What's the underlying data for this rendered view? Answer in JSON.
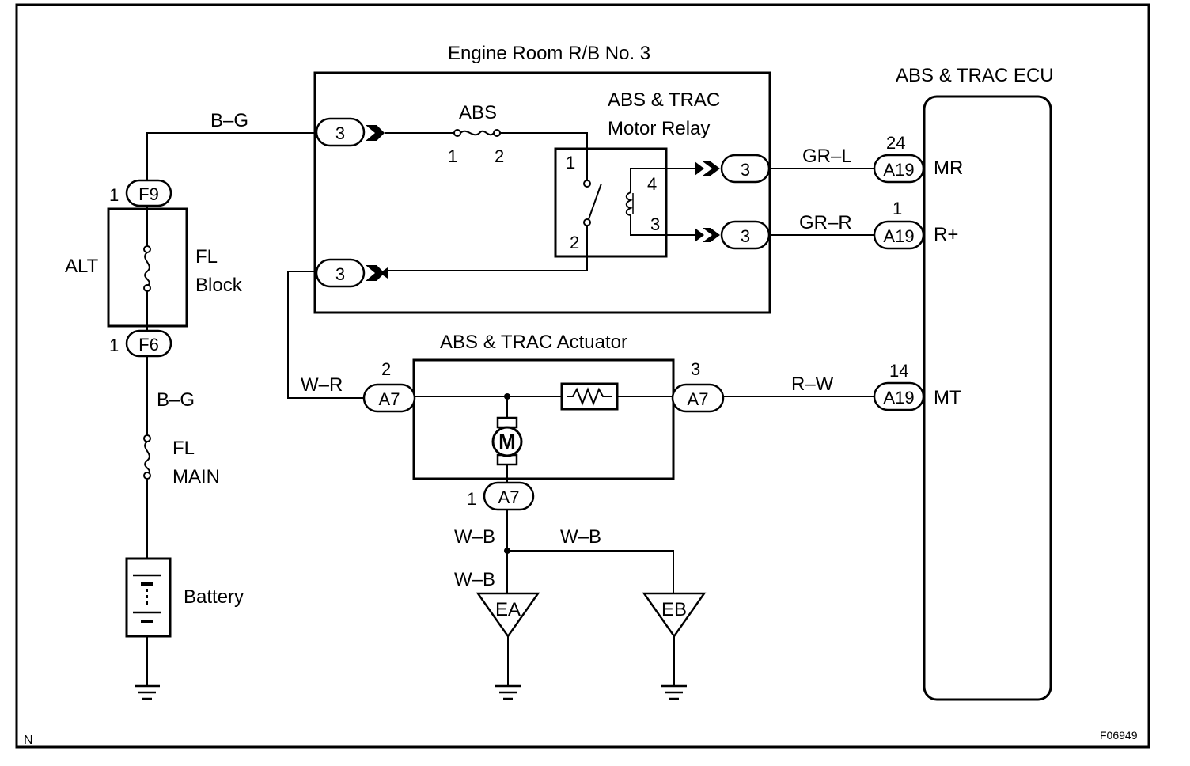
{
  "blocks": {
    "relay_block": "Engine Room R/B No. 3",
    "ecu": "ABS & TRAC ECU",
    "relay_line1": "ABS & TRAC",
    "relay_line2": "Motor Relay",
    "actuator": "ABS & TRAC Actuator",
    "fuse_abs": "ABS",
    "alt": "ALT",
    "fl_block_line1": "FL",
    "fl_block_line2": "Block",
    "fl_main_line1": "FL",
    "fl_main_line2": "MAIN",
    "battery": "Battery",
    "motor": "M"
  },
  "wires": {
    "bg_top": "B–G",
    "bg_bottom": "B–G",
    "grl": "GR–L",
    "grr": "GR–R",
    "wr": "W–R",
    "rw": "R–W",
    "wb_left": "W–B",
    "wb_right": "W–B",
    "wb_lower": "W–B"
  },
  "connectors": {
    "f9": "F9",
    "f9_pin": "1",
    "f6": "F6",
    "f6_pin": "1",
    "rb_top": "3",
    "rb_bottom": "3",
    "rb_right_top": "3",
    "rb_right_bottom": "3",
    "a7_left": "A7",
    "a7_left_pin": "2",
    "a7_right": "A7",
    "a7_right_pin": "3",
    "a7_bottom": "A7",
    "a7_bottom_pin": "1",
    "a19_mr": "A19",
    "a19_mr_pin": "24",
    "a19_rplus": "A19",
    "a19_rplus_pin": "1",
    "a19_mt": "A19",
    "a19_mt_pin": "14"
  },
  "pins": {
    "fuse_1": "1",
    "fuse_2": "2",
    "relay_sw_1": "1",
    "relay_sw_2": "2",
    "relay_coil_4": "4",
    "relay_coil_3": "3"
  },
  "ecu_terminals": {
    "mr": "MR",
    "rplus": "R+",
    "mt": "MT"
  },
  "grounds": {
    "ea": "EA",
    "eb": "EB"
  },
  "footer": {
    "left": "N",
    "right": "F06949"
  }
}
